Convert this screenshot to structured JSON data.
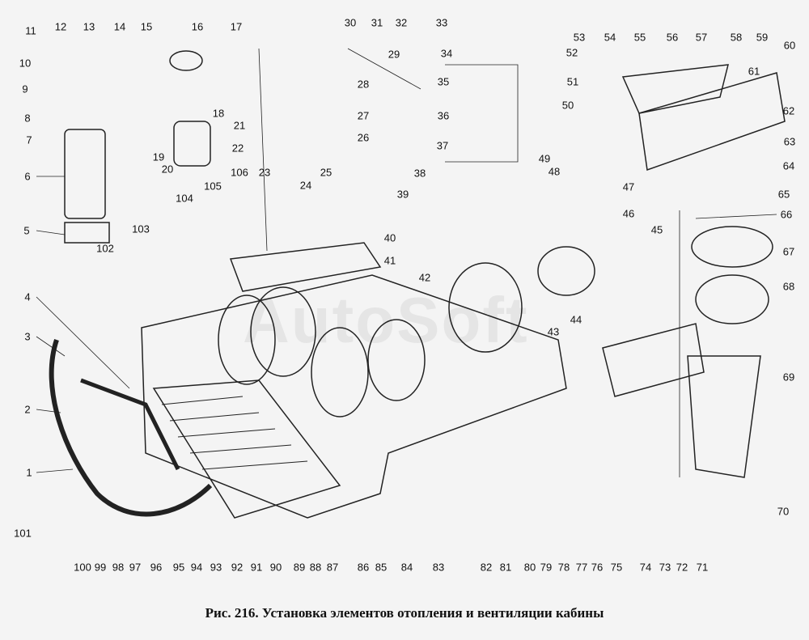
{
  "figure": {
    "caption": "Рис. 216. Установка элементов отопления и вентиляции кабины",
    "watermark": "AutoSoft",
    "callouts": [
      "1",
      "2",
      "3",
      "4",
      "5",
      "6",
      "7",
      "8",
      "9",
      "10",
      "11",
      "12",
      "13",
      "14",
      "15",
      "16",
      "17",
      "18",
      "19",
      "20",
      "21",
      "22",
      "23",
      "24",
      "25",
      "26",
      "27",
      "28",
      "29",
      "30",
      "31",
      "32",
      "33",
      "34",
      "35",
      "36",
      "37",
      "38",
      "39",
      "40",
      "41",
      "42",
      "43",
      "44",
      "45",
      "46",
      "47",
      "48",
      "49",
      "50",
      "51",
      "52",
      "53",
      "54",
      "55",
      "56",
      "57",
      "58",
      "59",
      "60",
      "61",
      "62",
      "63",
      "64",
      "65",
      "66",
      "67",
      "68",
      "69",
      "70",
      "71",
      "72",
      "73",
      "74",
      "75",
      "76",
      "77",
      "78",
      "79",
      "80",
      "81",
      "82",
      "83",
      "84",
      "85",
      "86",
      "87",
      "88",
      "89",
      "90",
      "91",
      "92",
      "93",
      "94",
      "95",
      "96",
      "97",
      "98",
      "99",
      "100",
      "101",
      "102",
      "103",
      "104",
      "105",
      "106"
    ]
  },
  "colors": {
    "ink": "#111111",
    "paper": "#f4f4f4"
  }
}
